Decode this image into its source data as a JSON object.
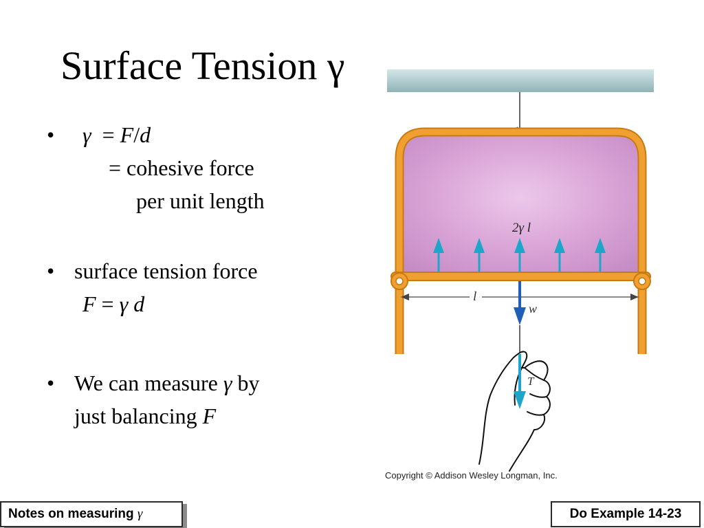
{
  "slide": {
    "title": "Surface Tension γ",
    "bullets": [
      {
        "marker": "•",
        "line1_gamma": "γ",
        "line1_eq": "= ",
        "line1_F": "F",
        "line1_slash": "/",
        "line1_d": "d",
        "line2": "= cohesive force",
        "line3": "per unit length"
      },
      {
        "marker": "•",
        "line1": "surface tension force",
        "line2_F": "F",
        "line2_eq": " = ",
        "line2_gamma": "γ",
        "line2_d": " d"
      },
      {
        "marker": "•",
        "line1_text": "We can measure ",
        "line1_gamma": "γ",
        "line1_by": " by",
        "line2_text": "just balancing ",
        "line2_F": "F"
      }
    ]
  },
  "figure": {
    "label_force": "2γ l",
    "label_length": "l",
    "label_weight": "w",
    "label_tension": "T",
    "copyright": "Copyright © Addison Wesley Longman, Inc."
  },
  "buttons": {
    "notes_label": "Notes on measuring ",
    "notes_gamma": "γ",
    "example_label": "Do Example 14-23"
  },
  "colors": {
    "frame": "#f0a030",
    "frame_stroke": "#c77a10",
    "film": "#d9a3d6",
    "arrow_up": "#1da6c9",
    "arrow_down": "#1f5fb5",
    "ceiling": "#a9c9cc"
  }
}
